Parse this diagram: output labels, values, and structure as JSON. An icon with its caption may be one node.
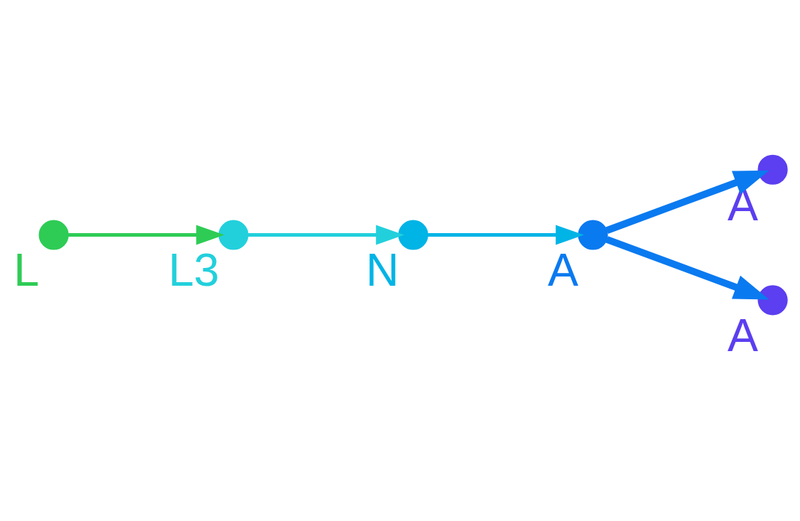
{
  "diagram": {
    "nodes": [
      {
        "text": [
          "L3"
        ]
      },
      {
        "text": [
          "N"
        ]
      },
      {
        "text": [
          "L"
        ]
      },
      {
        "text": [
          "A"
        ]
      },
      {
        "text": [
          "A"
        ]
      },
      {
        "text": [
          "A"
        ]
      }
    ],
    "edges": [
      {
        "from": 2,
        "to": 0,
        "arrow": "to",
        "color": "#2ecc55"
      },
      {
        "from": 0,
        "to": 1,
        "arrow": "to",
        "color": "#22d0dc"
      },
      {
        "from": 1,
        "to": 3,
        "arrow": "to",
        "color": "#00b4e6"
      },
      {
        "from": 3,
        "to": 4,
        "arrow": "to",
        "style": "thick"
      },
      {
        "from": 3,
        "to": 5,
        "arrow": "to",
        "style": "thick"
      }
    ]
  }
}
